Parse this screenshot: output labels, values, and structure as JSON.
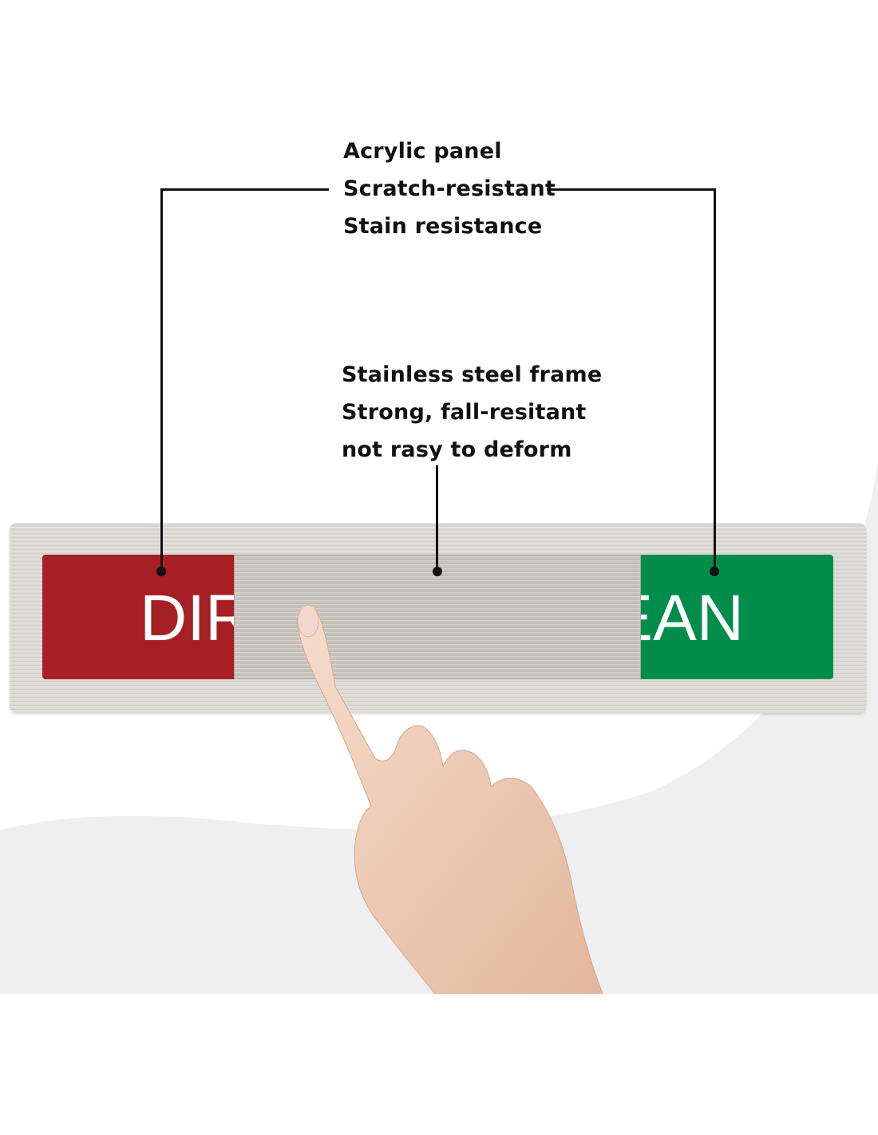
{
  "callouts": {
    "acrylic": [
      "Acrylic panel",
      "Scratch-resistant",
      "Stain resistance"
    ],
    "frame": [
      "Stainless steel frame",
      "Strong, fall-resitant",
      "not rasy to deform"
    ]
  },
  "sign": {
    "left_word": "DIRTY",
    "right_word": "CLEAN",
    "colors": {
      "left": "#a51f25",
      "right": "#008c4a"
    }
  }
}
